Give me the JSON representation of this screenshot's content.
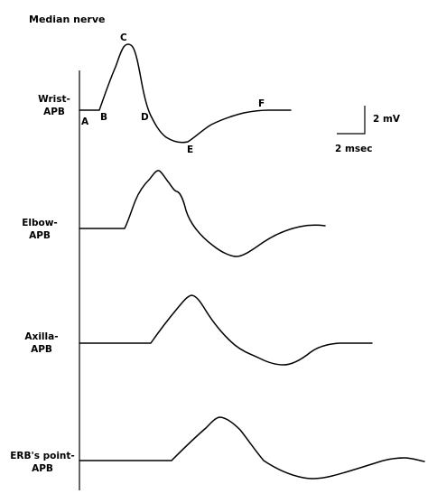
{
  "title": "Median nerve",
  "traces": [
    {
      "id": "wrist",
      "label_lines": [
        "Wrist-",
        "APB"
      ]
    },
    {
      "id": "elbow",
      "label_lines": [
        "Elbow-",
        "APB"
      ]
    },
    {
      "id": "axilla",
      "label_lines": [
        "Axilla-",
        "APB"
      ]
    },
    {
      "id": "erb",
      "label_lines": [
        "ERB's point-",
        "APB"
      ]
    }
  ],
  "points": {
    "A": "A",
    "B": "B",
    "C": "C",
    "D": "D",
    "E": "E",
    "F": "F"
  },
  "scale_bar": {
    "amplitude": "2 mV",
    "time": "2 msec"
  },
  "colors": {
    "stroke": "#000000",
    "background": "#ffffff"
  }
}
